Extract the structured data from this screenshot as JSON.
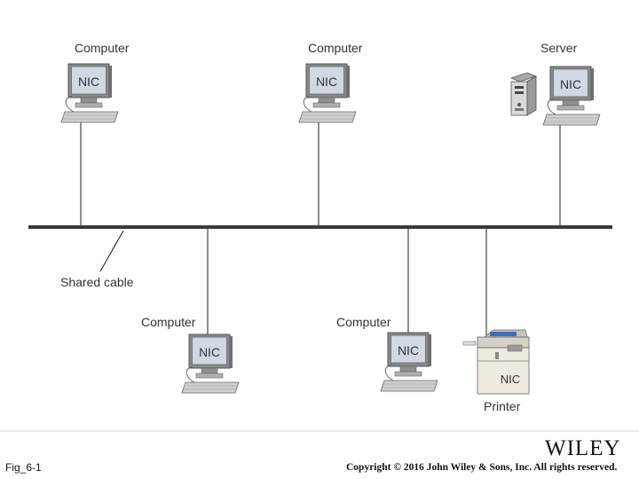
{
  "nodes": {
    "computer_top_left": {
      "label": "Computer",
      "nic": "NIC"
    },
    "computer_top_middle": {
      "label": "Computer",
      "nic": "NIC"
    },
    "server": {
      "label": "Server",
      "nic": "NIC"
    },
    "computer_bottom_left": {
      "label": "Computer",
      "nic": "NIC"
    },
    "computer_bottom_right": {
      "label": "Computer",
      "nic": "NIC"
    },
    "printer": {
      "label": "Printer",
      "nic": "NIC"
    }
  },
  "cable": {
    "label": "Shared cable"
  },
  "footer": {
    "figure_id": "Fig_6-1",
    "copyright": "Copyright © 2016 John Wiley & Sons, Inc. All rights reserved.",
    "brand": "WILEY"
  },
  "colors": {
    "screen": "#cfd8e3",
    "bezel": "#7d7d7d",
    "cable": "#3a3a3a",
    "printer_body": "#eeeae0",
    "printer_accent": "#3f6fb6"
  }
}
